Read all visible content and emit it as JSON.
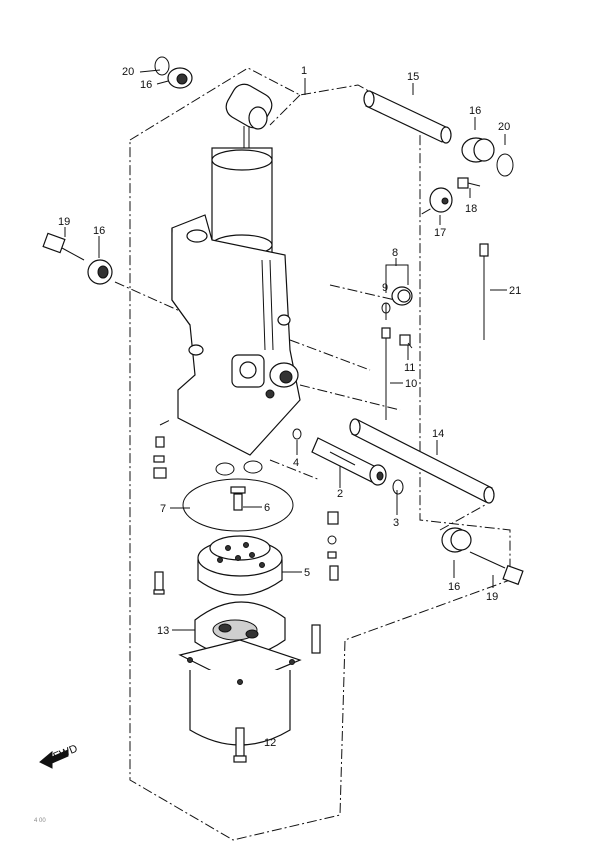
{
  "diagram": {
    "callouts": [
      {
        "id": "c1",
        "label": "1"
      },
      {
        "id": "c2",
        "label": "2"
      },
      {
        "id": "c3",
        "label": "3"
      },
      {
        "id": "c4",
        "label": "4"
      },
      {
        "id": "c5",
        "label": "5"
      },
      {
        "id": "c6",
        "label": "6"
      },
      {
        "id": "c7",
        "label": "7"
      },
      {
        "id": "c8",
        "label": "8"
      },
      {
        "id": "c9",
        "label": "9"
      },
      {
        "id": "c10",
        "label": "10"
      },
      {
        "id": "c11",
        "label": "11"
      },
      {
        "id": "c12",
        "label": "12"
      },
      {
        "id": "c13",
        "label": "13"
      },
      {
        "id": "c14",
        "label": "14"
      },
      {
        "id": "c15",
        "label": "15"
      },
      {
        "id": "c16a",
        "label": "16"
      },
      {
        "id": "c16b",
        "label": "16"
      },
      {
        "id": "c16c",
        "label": "16"
      },
      {
        "id": "c16d",
        "label": "16"
      },
      {
        "id": "c17",
        "label": "17"
      },
      {
        "id": "c18",
        "label": "18"
      },
      {
        "id": "c19a",
        "label": "19"
      },
      {
        "id": "c19b",
        "label": "19"
      },
      {
        "id": "c20a",
        "label": "20"
      },
      {
        "id": "c20b",
        "label": "20"
      },
      {
        "id": "c21",
        "label": "21"
      }
    ],
    "direction_marker": "FWD",
    "footer_code": "4 00"
  }
}
